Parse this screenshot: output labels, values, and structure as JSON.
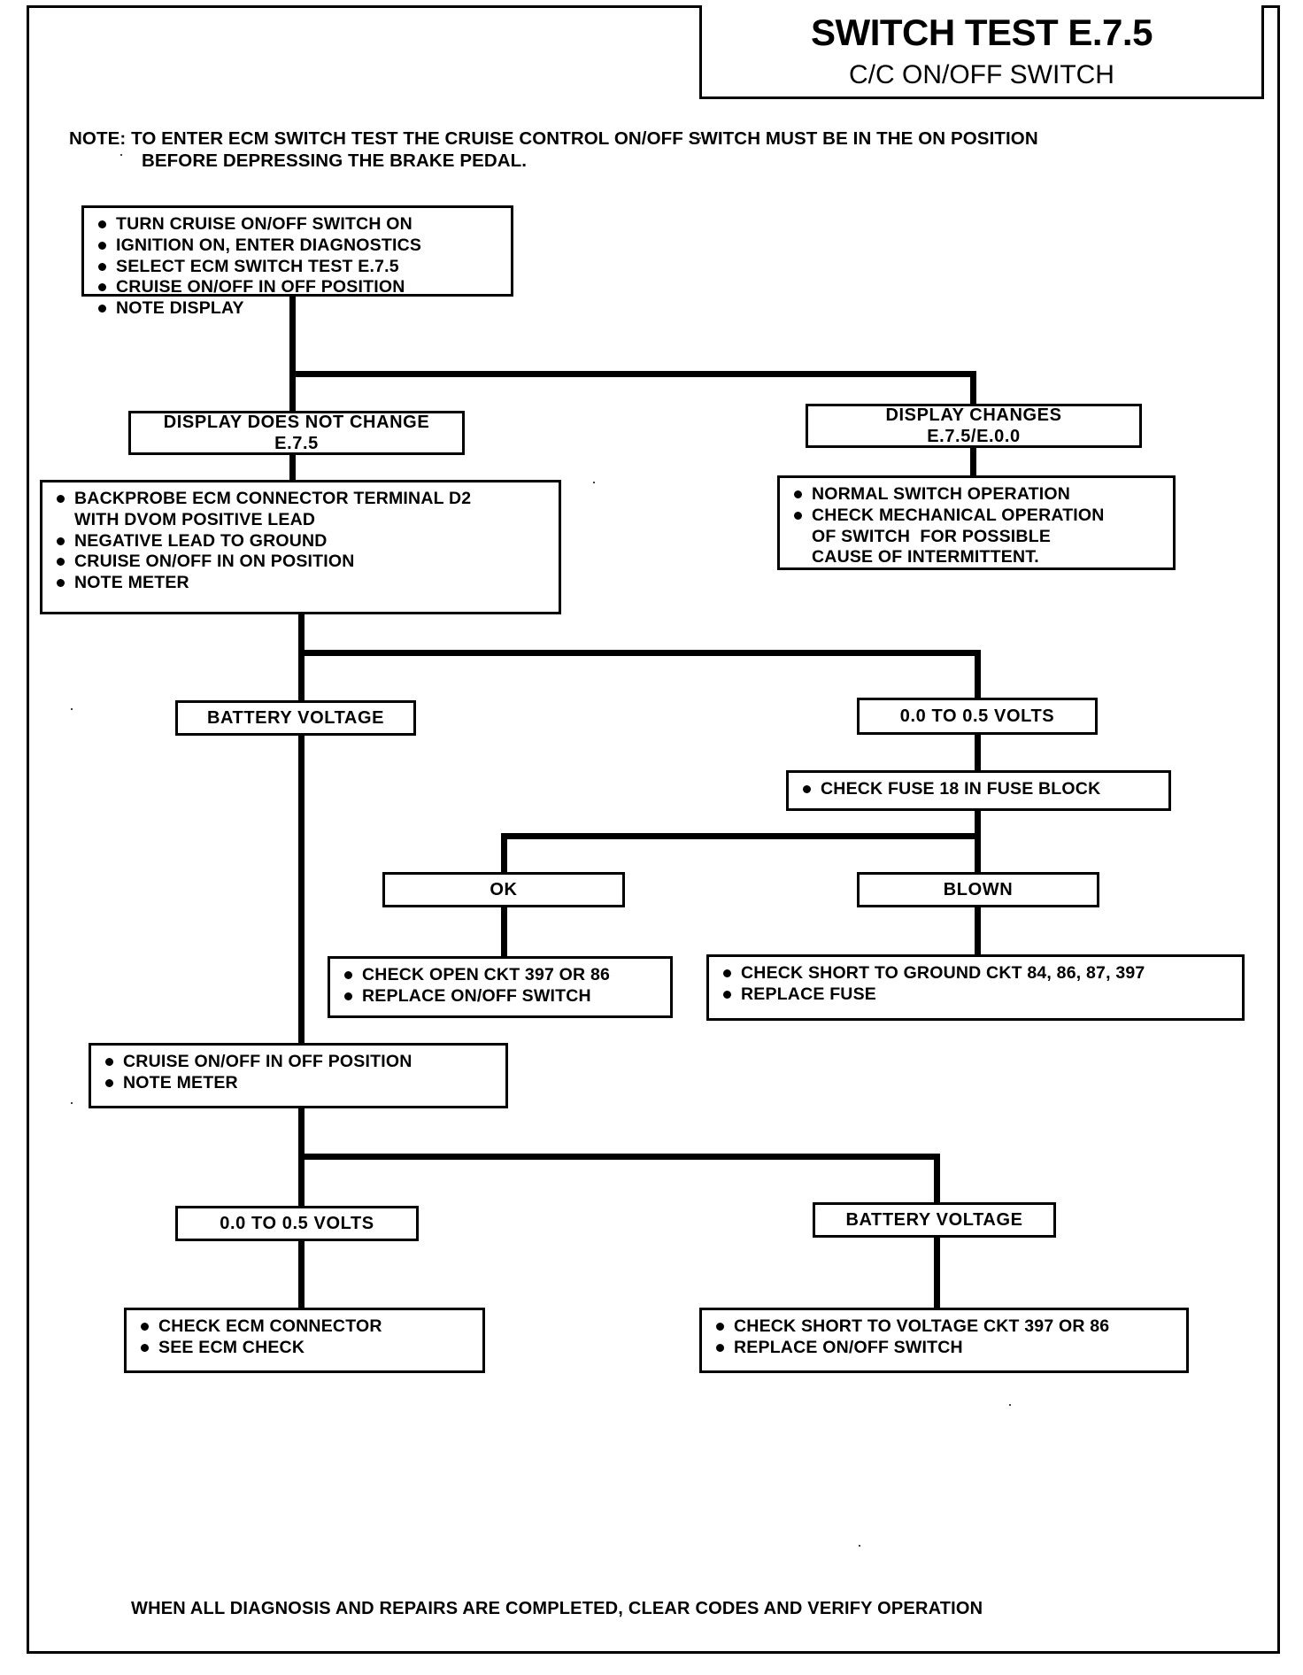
{
  "header": {
    "title": "SWITCH TEST E.7.5",
    "subtitle": "C/C ON/OFF SWITCH"
  },
  "note": {
    "line1": "NOTE: TO ENTER ECM SWITCH TEST THE CRUISE CONTROL ON/OFF SWITCH MUST BE IN THE ON POSITION",
    "line2": "BEFORE DEPRESSING THE BRAKE PEDAL."
  },
  "steps": {
    "start": {
      "items": [
        "TURN CRUISE ON/OFF SWITCH ON",
        "IGNITION ON, ENTER DIAGNOSTICS",
        "SELECT ECM SWITCH TEST E.7.5",
        "CRUISE ON/OFF IN OFF POSITION",
        "NOTE DISPLAY"
      ]
    },
    "display_no_change": {
      "line1": "DISPLAY DOES NOT CHANGE",
      "line2": "E.7.5"
    },
    "display_changes": {
      "line1": "DISPLAY CHANGES",
      "line2": "E.7.5/E.0.0"
    },
    "normal_operation": {
      "items": [
        "NORMAL SWITCH OPERATION",
        "CHECK MECHANICAL OPERATION",
        "OF SWITCH  FOR POSSIBLE",
        "CAUSE OF INTERMITTENT."
      ]
    },
    "backprobe": {
      "items": [
        "BACKPROBE ECM CONNECTOR TERMINAL D2",
        "WITH DVOM POSITIVE LEAD",
        "NEGATIVE LEAD TO GROUND",
        "CRUISE ON/OFF IN ON POSITION",
        "NOTE METER"
      ]
    },
    "battery_voltage_1": "BATTERY VOLTAGE",
    "volts_low_1": "0.0 TO 0.5 VOLTS",
    "check_fuse": {
      "items": [
        "CHECK FUSE 18 IN FUSE BLOCK"
      ]
    },
    "ok": "OK",
    "blown": "BLOWN",
    "ok_actions": {
      "items": [
        "CHECK OPEN CKT 397 OR 86",
        "REPLACE ON/OFF SWITCH"
      ]
    },
    "blown_actions": {
      "items": [
        "CHECK SHORT TO GROUND CKT 84, 86, 87, 397",
        "REPLACE FUSE"
      ]
    },
    "cruise_off": {
      "items": [
        "CRUISE ON/OFF IN OFF POSITION",
        "NOTE METER"
      ]
    },
    "volts_low_2": "0.0 TO 0.5 VOLTS",
    "battery_voltage_2": "BATTERY VOLTAGE",
    "ecm_check": {
      "items": [
        "CHECK ECM CONNECTOR",
        "SEE ECM CHECK"
      ]
    },
    "short_to_voltage": {
      "items": [
        "CHECK SHORT TO VOLTAGE CKT 397 OR 86",
        "REPLACE ON/OFF SWITCH"
      ]
    }
  },
  "footer": "WHEN ALL DIAGNOSIS AND REPAIRS ARE COMPLETED, CLEAR CODES AND VERIFY OPERATION"
}
